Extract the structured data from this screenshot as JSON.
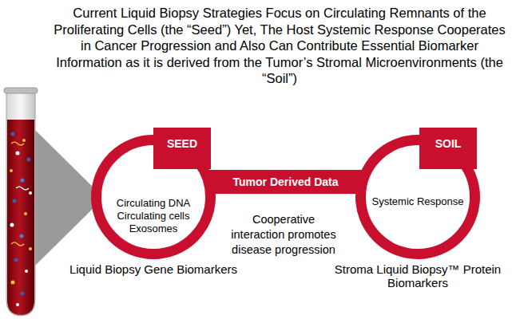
{
  "diagram": {
    "title": "Current Liquid Biopsy Strategies Focus on Circulating Remnants of the Proliferating Cells (the “Seed”) Yet, The Host Systemic Response Cooperates in Cancer Progression and Also Can Contribute Essential Biomarker Information as it is derived from the Tumor’s Stromal Microenvironments (the “Soil”)",
    "nodes": [
      {
        "text": [
          "Circulating DNA Circulating cells Exosomes",
          "Liquid Biopsy Gene Biomarkers"
        ]
      },
      {
        "text": [
          "SEED"
        ],
        "in": 0
      },
      {
        "text": [
          "Systemic Response",
          "Stroma Liquid Biopsy™ Protein Biomarkers"
        ]
      },
      {
        "text": [
          "SOIL"
        ],
        "in": 2
      }
    ],
    "edges": [
      {
        "from": 0,
        "to": 2,
        "label": "Tumor Derived Data",
        "arrow": "none"
      }
    ],
    "labels": [
      "Cooperative interaction promotes disease progression"
    ]
  }
}
